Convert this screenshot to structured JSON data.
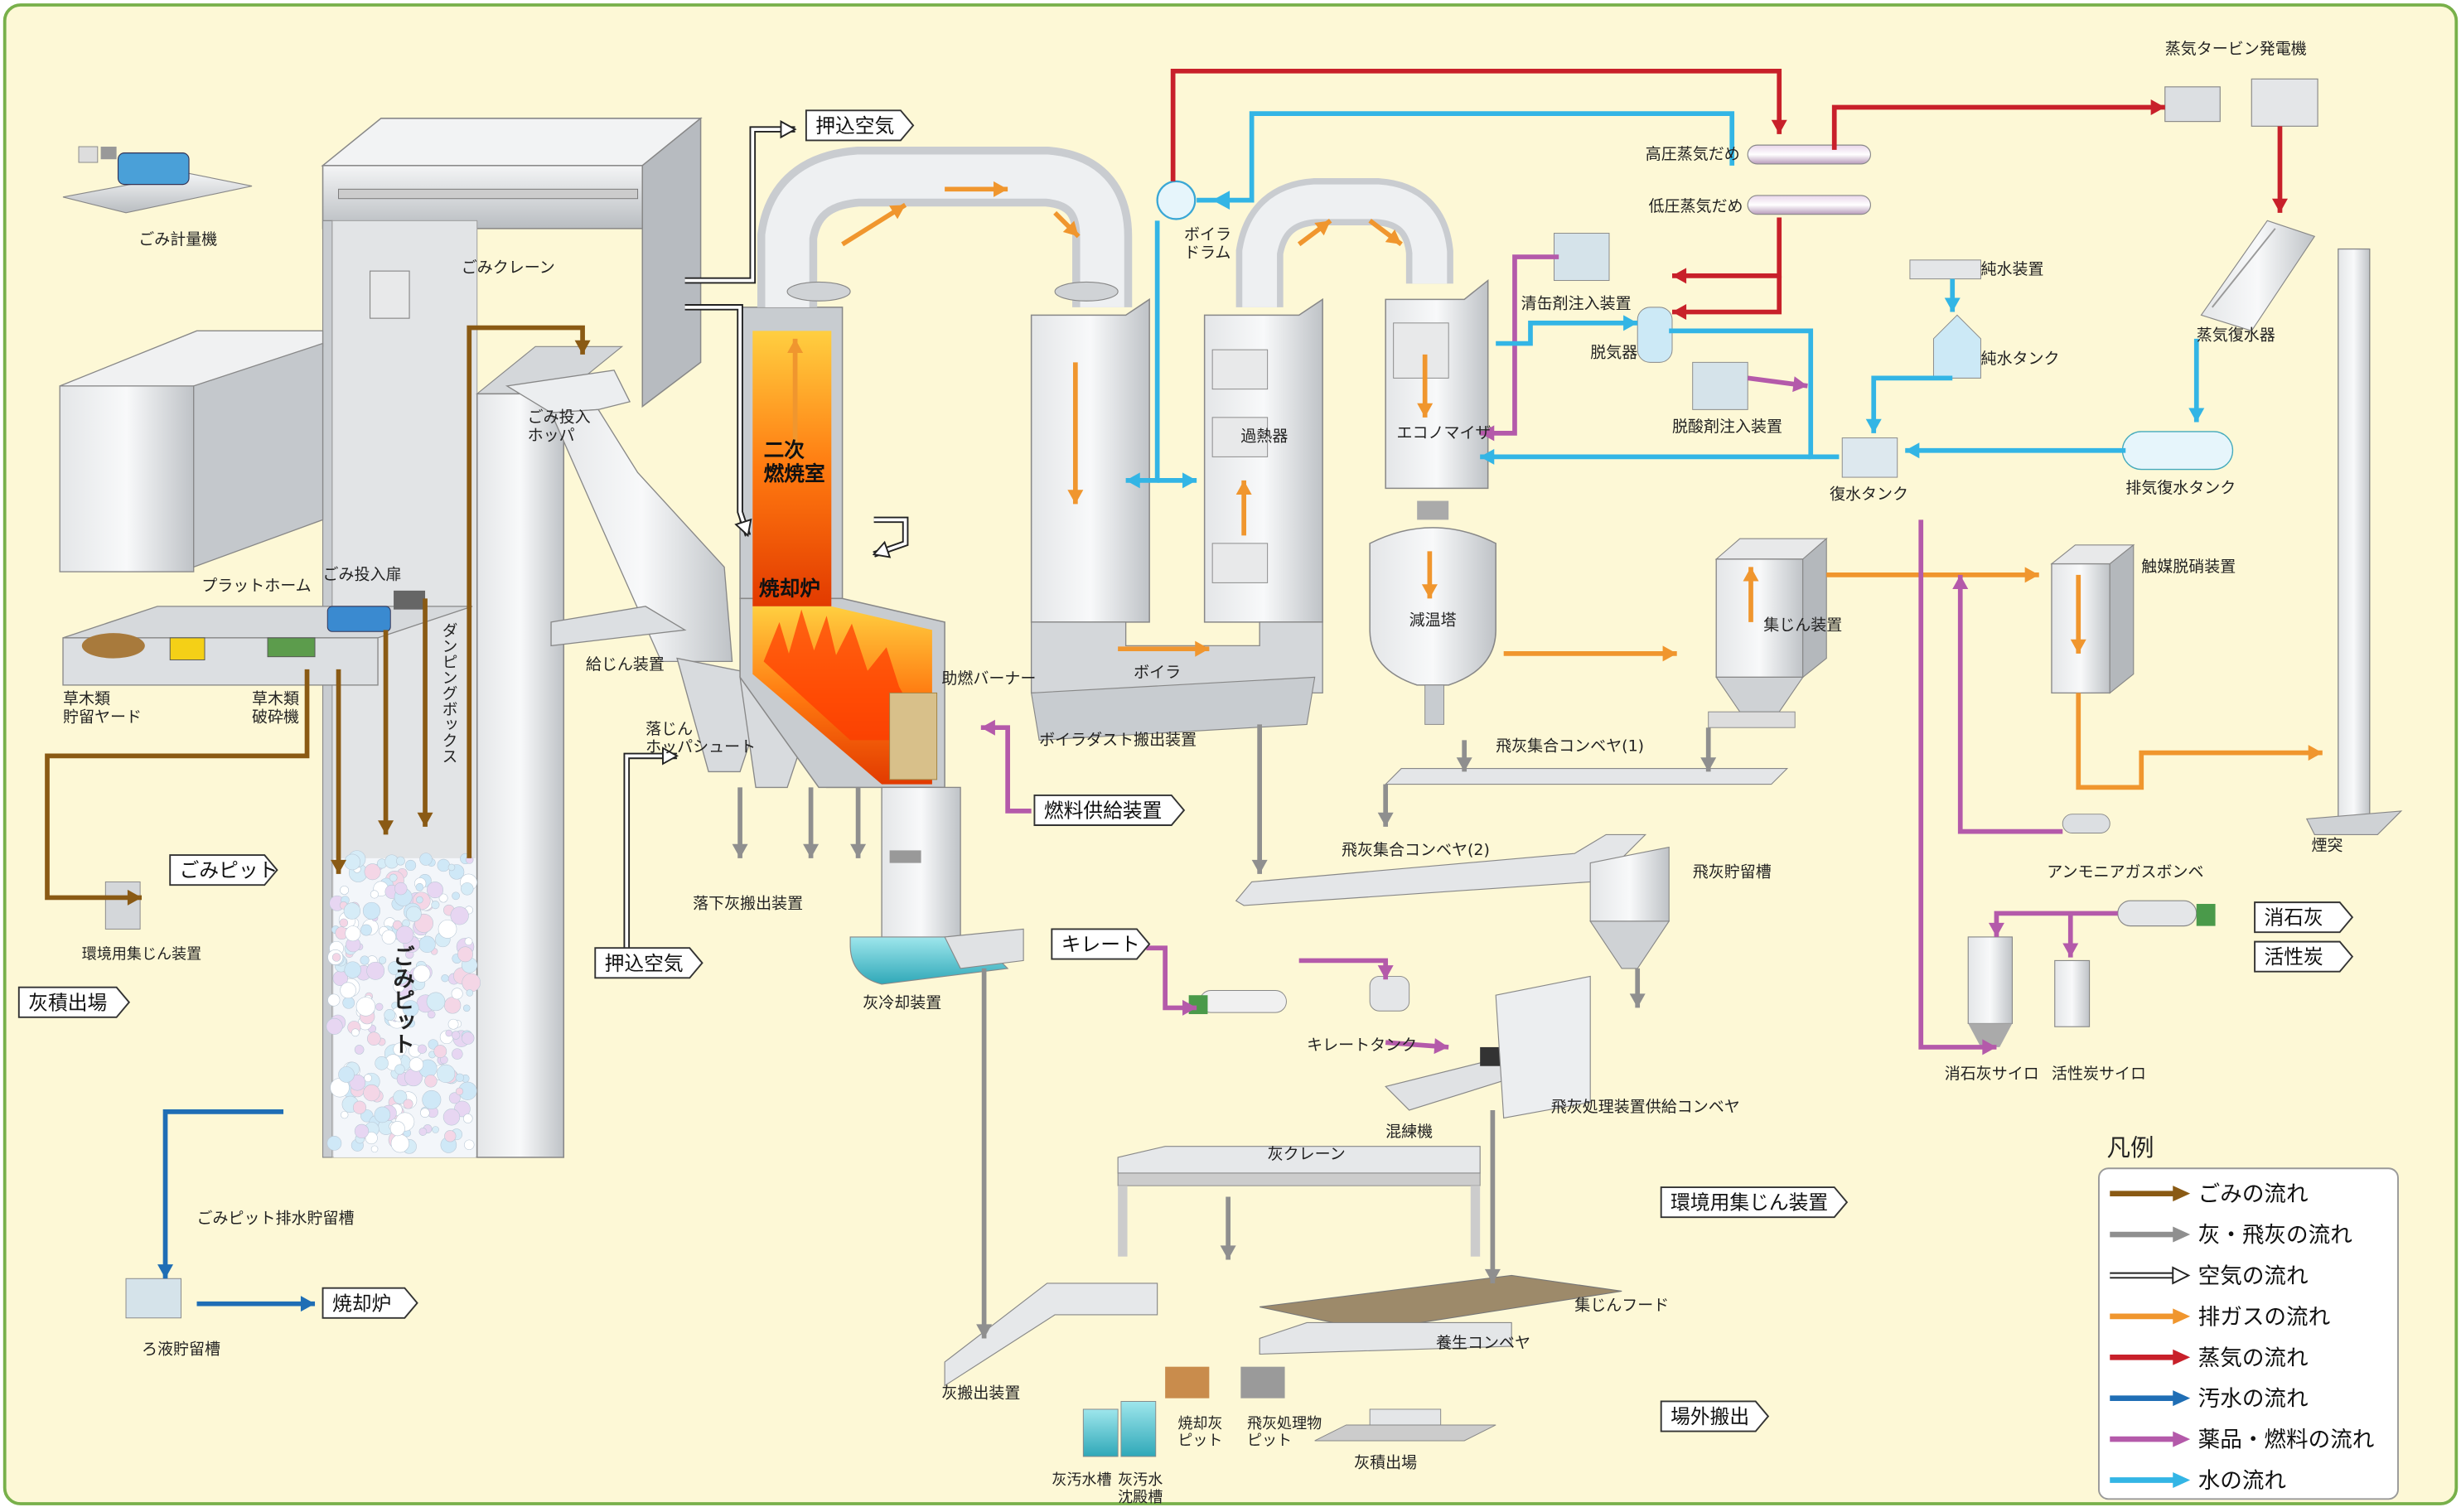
{
  "colors": {
    "background": "#fdf8d6",
    "border": "#78b04a",
    "waste": "#8a5a14",
    "ash": "#8f8f8f",
    "air": "#ffffff",
    "exhaust": "#f0962e",
    "steam": "#c8202a",
    "wastewater": "#1f6eb5",
    "chemical": "#b45aaa",
    "water": "#33b5e5",
    "equipment": "#c9ccd0",
    "fire": "#ff6a10"
  },
  "labels": {
    "scale": "ごみ計量機",
    "crane": "ごみクレーン",
    "hopper": "ごみ投入\nホッパ",
    "platform": "プラットホーム",
    "door": "ごみ投入扉",
    "dumping": "ダンピングボックス",
    "grassYard": "草木類\n貯留ヤード",
    "shredder": "草木類\n破砕機",
    "pit": "ごみピット",
    "envDust": "環境用集じん装置",
    "pitDrain": "ごみピット排水貯留槽",
    "filtrate": "ろ液貯留槽",
    "feeder": "給じん装置",
    "dropChute": "落じん\nホッパシュート",
    "dropConveyor": "落下灰搬出装置",
    "ashCooler": "灰冷却装置",
    "secondary": "二次\n燃焼室",
    "furnace": "焼却炉",
    "burner": "助燃バーナー",
    "boilerDust": "ボイラダスト搬出装置",
    "boiler": "ボイラ",
    "drum": "ボイラ\nドラム",
    "superheater": "過熱器",
    "economizer": "エコノマイザ",
    "cooler": "減温塔",
    "bagFilter": "集じん装置",
    "cleaning": "清缶剤注入装置",
    "deaerator": "脱気器",
    "deoxidizer": "脱酸剤注入装置",
    "hpHeader": "高圧蒸気だめ",
    "lpHeader": "低圧蒸気だめ",
    "turbine": "蒸気タービン発電機",
    "condenser": "蒸気復水器",
    "pureWater": "純水装置",
    "pureTank": "純水タンク",
    "condTank": "復水タンク",
    "exhaustCondTank": "排気復水タンク",
    "denox": "触媒脱硝装置",
    "stack": "煙突",
    "ammonia": "アンモニアガスボンベ",
    "limeSilo": "消石灰サイロ",
    "carbonSilo": "活性炭サイロ",
    "flyConv1": "飛灰集合コンベヤ(1)",
    "flyConv2": "飛灰集合コンベヤ(2)",
    "flyStorage": "飛灰貯留槽",
    "chelateTank": "キレートタンク",
    "mixer": "混練機",
    "flyFeed": "飛灰処理装置供給コンベヤ",
    "ashCrane": "灰クレーン",
    "ashCarry": "灰搬出装置",
    "ashPit": "焼却灰\nピット",
    "flyPit": "飛灰処理物\nピット",
    "sewage": "灰汚水槽",
    "settling": "灰汚水\n沈殿槽",
    "dustHood": "集じんフード",
    "curingConv": "養生コンベヤ",
    "ashYard2": "灰積出場"
  },
  "tags": {
    "pushAir1": "押込空気",
    "pushAir2": "押込空気",
    "toPit": "ごみピット",
    "ashYard": "灰積出場",
    "fuel": "燃料供給装置",
    "chelate": "キレート",
    "toFurnace": "焼却炉",
    "envDust": "環境用集じん装置",
    "offsite": "場外搬出",
    "lime": "消石灰",
    "carbon": "活性炭"
  },
  "legend": {
    "title": "凡例",
    "items": [
      {
        "label": "ごみの流れ",
        "color": "#8a5a14",
        "style": "solid"
      },
      {
        "label": "灰・飛灰の流れ",
        "color": "#8f8f8f",
        "style": "solid"
      },
      {
        "label": "空気の流れ",
        "color": "#ffffff",
        "style": "outline"
      },
      {
        "label": "排ガスの流れ",
        "color": "#f0962e",
        "style": "solid"
      },
      {
        "label": "蒸気の流れ",
        "color": "#c8202a",
        "style": "solid"
      },
      {
        "label": "汚水の流れ",
        "color": "#1f6eb5",
        "style": "solid"
      },
      {
        "label": "薬品・燃料の流れ",
        "color": "#b45aaa",
        "style": "solid"
      },
      {
        "label": "水の流れ",
        "color": "#33b5e5",
        "style": "solid"
      }
    ]
  }
}
